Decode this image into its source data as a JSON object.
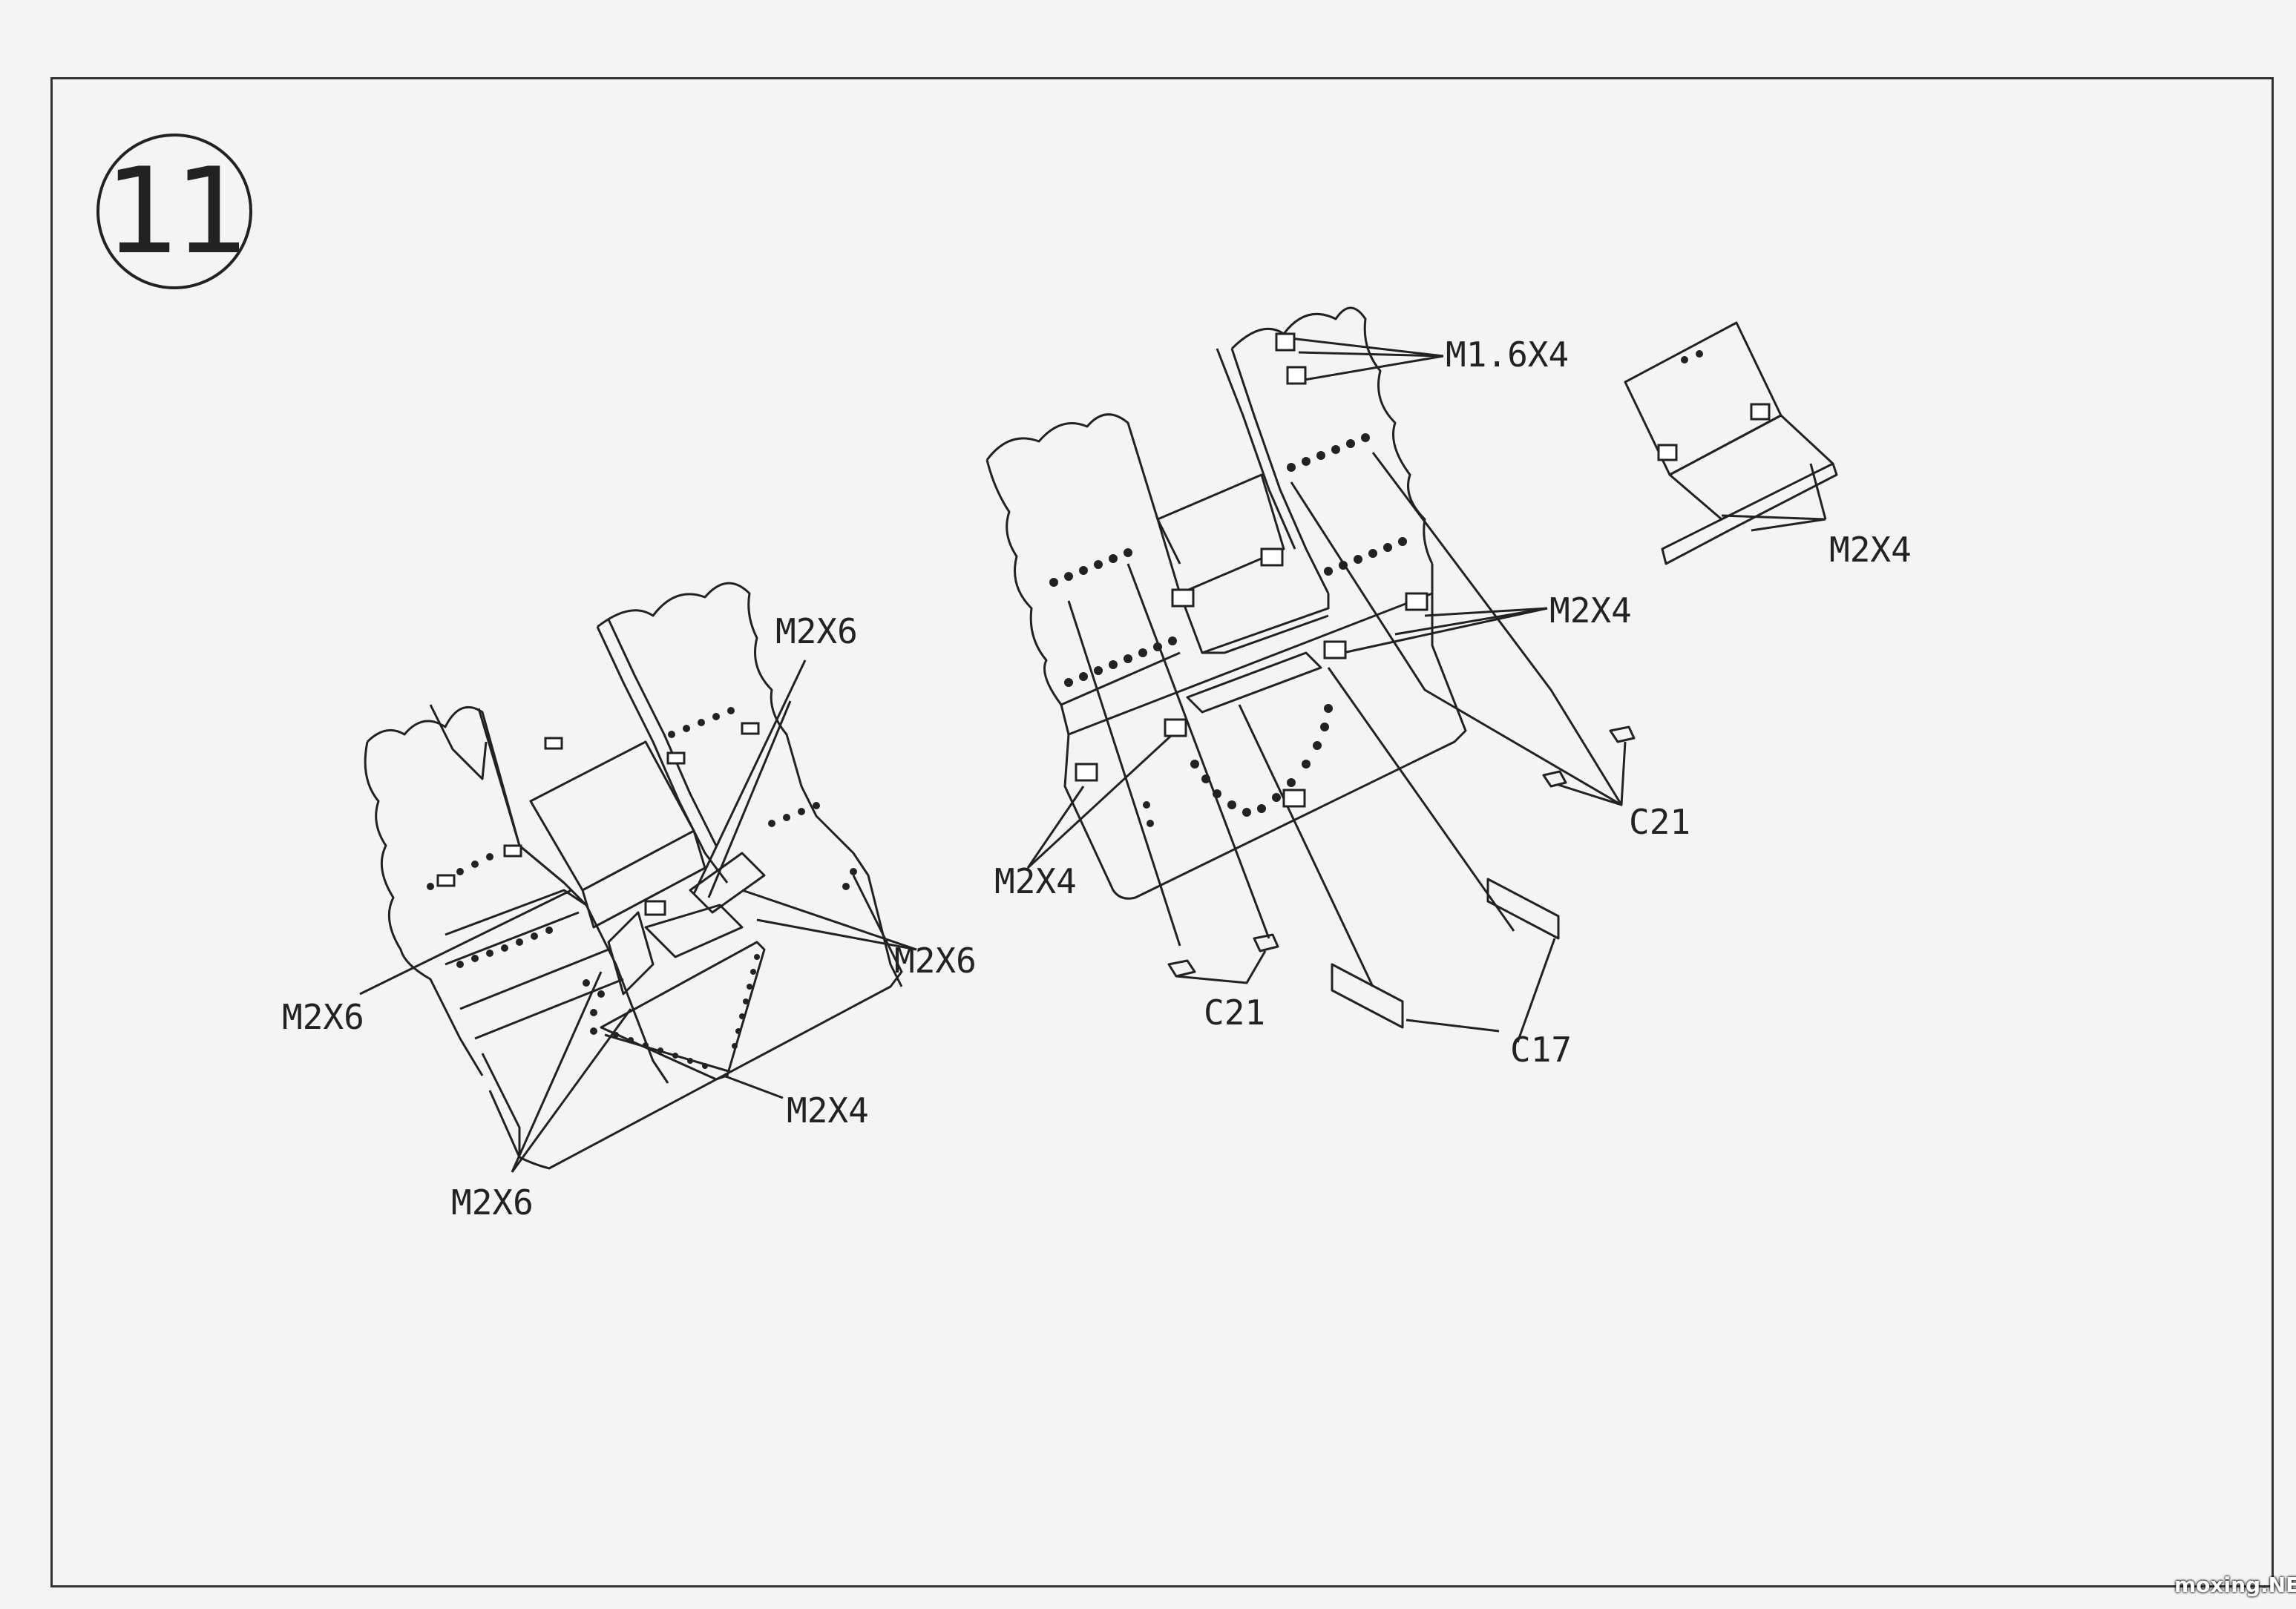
{
  "step": {
    "number": "11"
  },
  "labels": {
    "left_m2x6_top": "M2X6",
    "left_m2x6_right": "M2X6",
    "left_m2x6_left": "M2X6",
    "left_m2x6_bottom": "M2X6",
    "left_m2x4": "M2X4",
    "mid_m16x4": "M1.6X4",
    "mid_m2x4_right": "M2X4",
    "mid_m2x4_left": "M2X4",
    "mid_c21_right": "C21",
    "mid_c21_left": "C21",
    "mid_c17": "C17",
    "small_m2x4": "M2X4"
  },
  "watermark": {
    "text": "moxing.NET"
  },
  "colors": {
    "paper": "#f4f4f2",
    "ink": "#222222"
  }
}
